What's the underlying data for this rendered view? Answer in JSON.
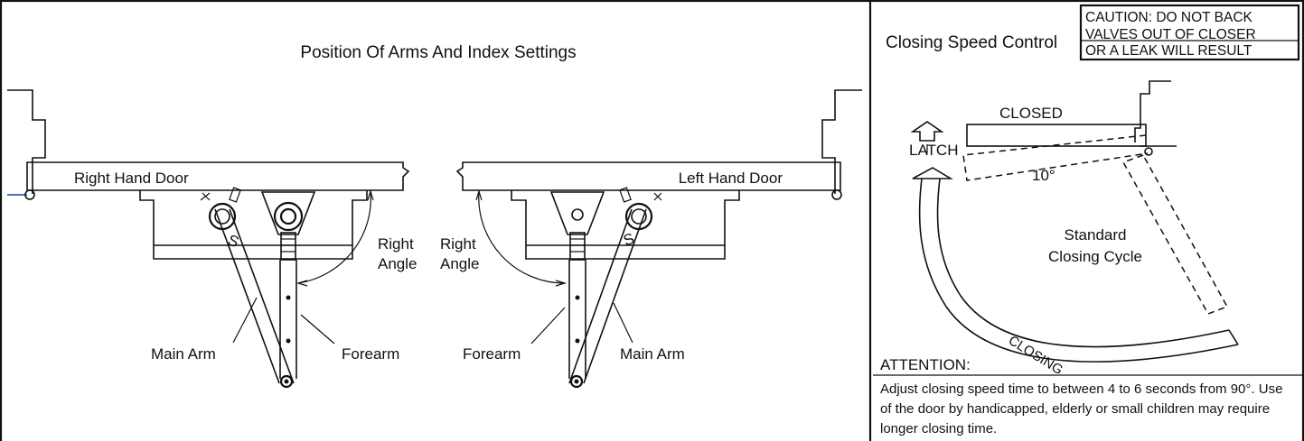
{
  "left_panel": {
    "title": "Position Of Arms And Index Settings",
    "right_hand_door": "Right Hand Door",
    "left_hand_door": "Left Hand Door",
    "right_angle_line1": "Right",
    "right_angle_line2": "Angle",
    "main_arm": "Main Arm",
    "forearm": "Forearm",
    "arm_marker": "S"
  },
  "right_panel": {
    "title": "Closing Speed Control",
    "caution_line1": "CAUTION: DO NOT BACK",
    "caution_line2": "VALVES OUT OF CLOSER",
    "caution_line3": "OR A LEAK WILL RESULT",
    "closed": "CLOSED",
    "latch": "LATCH",
    "angle": "10°",
    "cycle_line1": "Standard",
    "cycle_line2": "Closing Cycle",
    "closing": "CLOSING",
    "attention_heading": "ATTENTION:",
    "attention_body": "Adjust closing speed time to between 4 to 6 seconds from 90°. Use of the door by handicapped, elderly or small children may require longer closing time."
  },
  "colors": {
    "line": "#111111",
    "accent_line": "#1f3fae"
  }
}
